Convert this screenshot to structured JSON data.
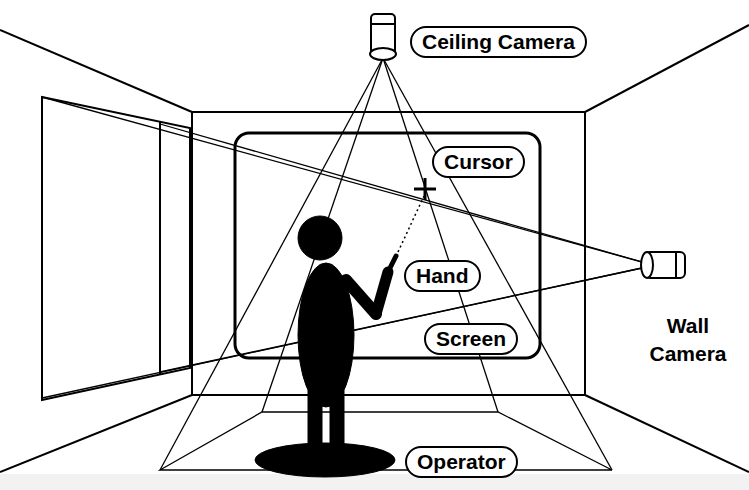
{
  "diagram": {
    "nodes": [
      {
        "text": [
          "Ceiling Camera"
        ]
      },
      {
        "text": [
          "Cursor"
        ]
      },
      {
        "text": [
          "Hand"
        ]
      },
      {
        "text": [
          "Screen"
        ]
      },
      {
        "text": [
          "Operator"
        ]
      }
    ],
    "labels": [
      "Wall Camera"
    ]
  }
}
